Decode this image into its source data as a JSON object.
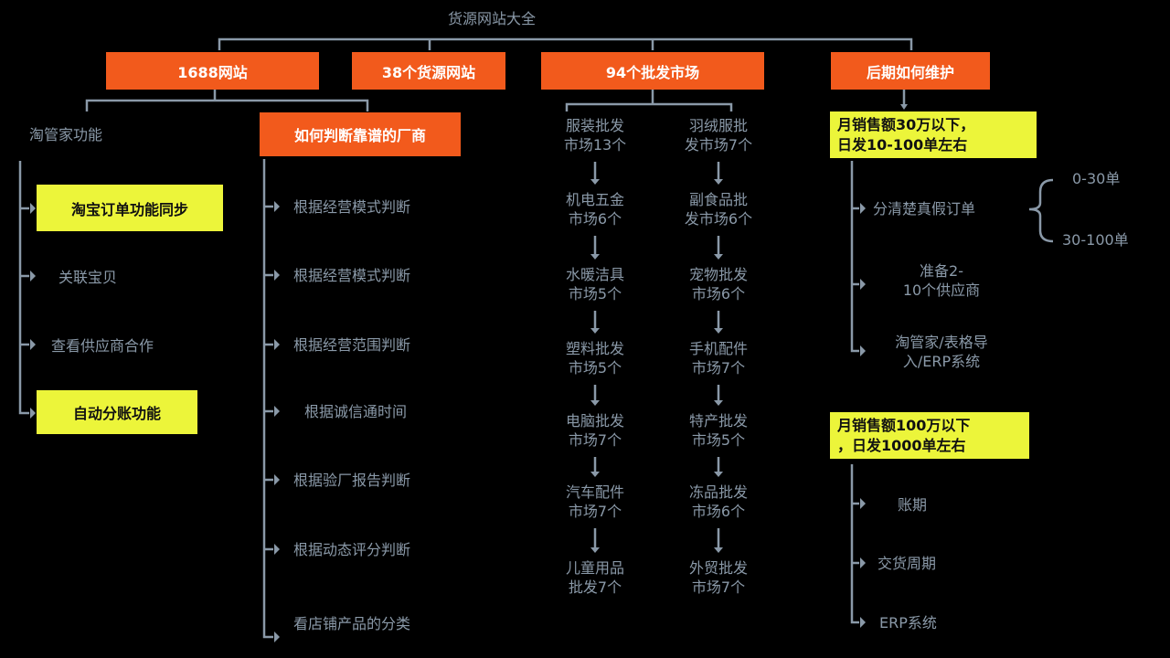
{
  "root": "货源网站大全",
  "top": {
    "site1688": "1688网站",
    "sites38": "38个货源网站",
    "markets94": "94个批发市场",
    "maintain": "后期如何维护"
  },
  "left": {
    "header": "淘管家功能",
    "items": [
      "淘宝订单功能同步",
      "关联宝贝",
      "查看供应商合作",
      "自动分账功能"
    ]
  },
  "vendor": {
    "header": "如何判断靠谱的厂商",
    "items": [
      "根据经营模式判断",
      "根据经营模式判断",
      "根据经营范围判断",
      "根据诚信通时间",
      "根据验厂报告判断",
      "根据动态评分判断",
      "看店铺产品的分类"
    ]
  },
  "markets": {
    "col1": [
      [
        "服装批发",
        "市场13个"
      ],
      [
        "机电五金",
        "市场6个"
      ],
      [
        "水暖洁具",
        "市场5个"
      ],
      [
        "塑料批发",
        "市场5个"
      ],
      [
        "电脑批发",
        "市场7个"
      ],
      [
        "汽车配件",
        "市场7个"
      ],
      [
        "儿童用品",
        "批发7个"
      ]
    ],
    "col2": [
      [
        "羽绒服批",
        "发市场7个"
      ],
      [
        "副食品批",
        "发市场6个"
      ],
      [
        "宠物批发",
        "市场6个"
      ],
      [
        "手机配件",
        "市场7个"
      ],
      [
        "特产批发",
        "市场5个"
      ],
      [
        "冻品批发",
        "市场6个"
      ],
      [
        "外贸批发",
        "市场7个"
      ]
    ]
  },
  "maintain": {
    "box1": [
      "月销售额30万以下，",
      "日发10-100单左右"
    ],
    "fake_orders": "分清楚真假订单",
    "range1": "0-30单",
    "range2": "30-100单",
    "prepare": [
      "准备2-",
      "10个供应商"
    ],
    "import": [
      "淘管家/表格导",
      "入/ERP系统"
    ],
    "box2": [
      "月销售额100万以下",
      "，日发1000单左右"
    ],
    "items2": [
      "账期",
      "交货周期",
      "ERP系统"
    ]
  },
  "colors": {
    "orange": "#f25a1c",
    "yellow": "#ecf53a",
    "line": "#8a99a8",
    "text": "#8a99a8",
    "background": "#000000"
  }
}
